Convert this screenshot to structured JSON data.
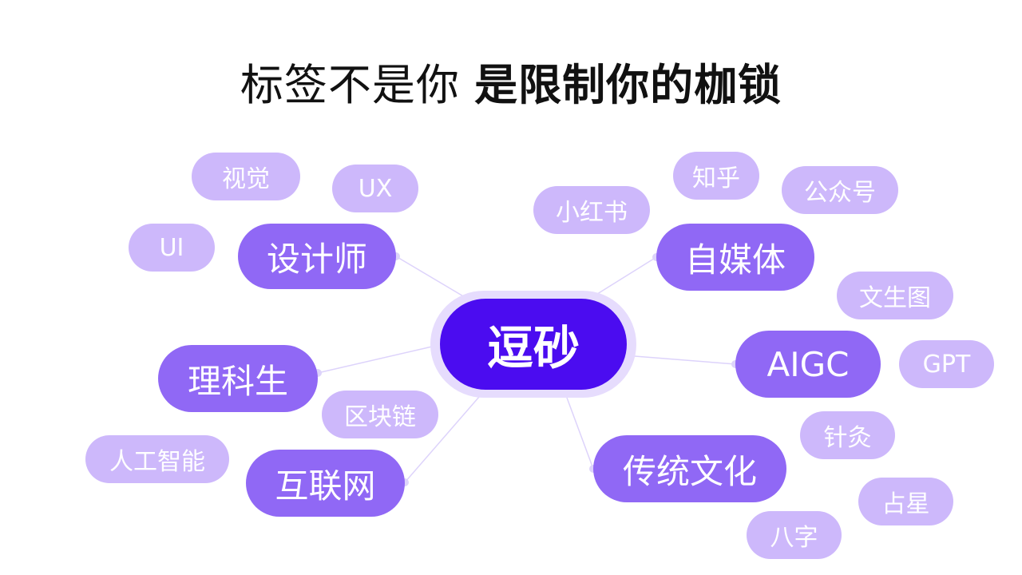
{
  "title": {
    "light": "标签不是你",
    "bold": "是限制你的枷锁"
  },
  "center": {
    "label": "逗砂"
  },
  "nodes": {
    "designer": "设计师",
    "science": "理科生",
    "internet": "互联网",
    "media": "自媒体",
    "aigc": "AIGC",
    "culture": "传统文化"
  },
  "tags": {
    "visual": "视觉",
    "ux": "UX",
    "ui": "UI",
    "blockchain": "区块链",
    "ai": "人工智能",
    "xiaohongshu": "小红书",
    "zhihu": "知乎",
    "gongzhonghao": "公众号",
    "text2img": "文生图",
    "gpt": "GPT",
    "acupuncture": "针灸",
    "astrology": "占星",
    "bazi": "八字"
  },
  "colors": {
    "center": "#4b0cf0",
    "center_ring": "#e6dcfd",
    "node": "#9068f5",
    "tag": "#cdb8fb",
    "line": "#ddd3fb"
  }
}
